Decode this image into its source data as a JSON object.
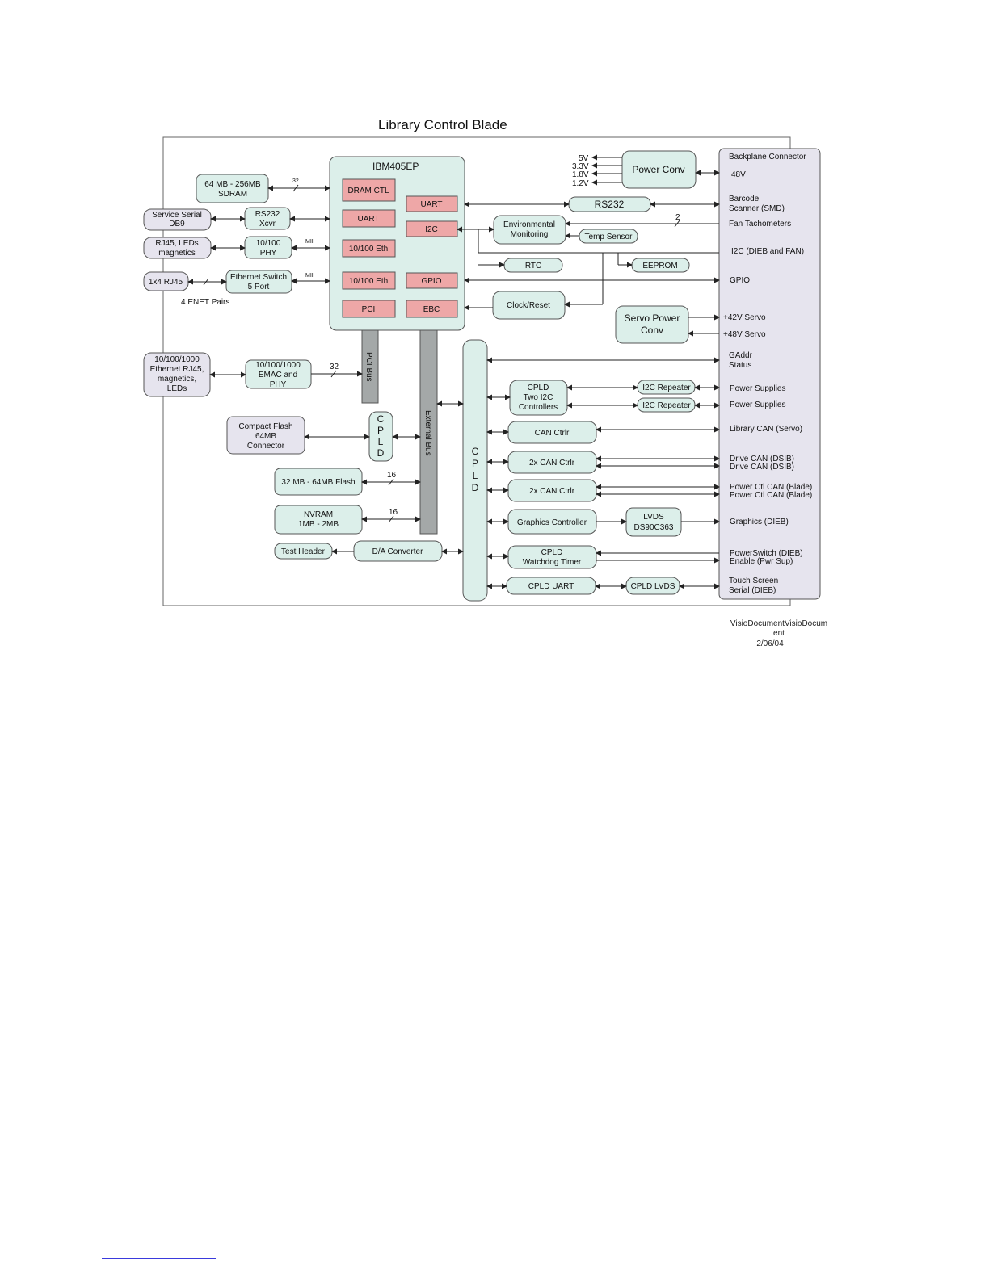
{
  "diagram": {
    "title": "Library Control Blade",
    "boxes": {
      "sdram": [
        "64 MB - 256MB",
        "SDRAM"
      ],
      "service_serial": [
        "Service Serial",
        "DB9"
      ],
      "rs232_xcvr": [
        "RS232",
        "Xcvr"
      ],
      "rj45_leds": [
        "RJ45, LEDs",
        "magnetics"
      ],
      "phy_10_100": [
        "10/100",
        "PHY"
      ],
      "rj45_1x4": [
        "1x4 RJ45"
      ],
      "eth_switch": [
        "Ethernet Switch",
        "5 Port"
      ],
      "enet_pairs": "4 ENET Pairs",
      "ibm405ep": "IBM405EP",
      "dram_ctl": "DRAM CTL",
      "uart_left": "UART",
      "eth1": "10/100 Eth",
      "eth2": "10/100 Eth",
      "pci": "PCI",
      "uart_right": "UART",
      "i2c": "I2C",
      "gpio": "GPIO",
      "ebc": "EBC",
      "pci_bus": "PCI Bus",
      "external_bus": "External Bus",
      "gig_eth": [
        "10/100/1000",
        "Ethernet RJ45,",
        "magnetics,",
        "LEDs"
      ],
      "emac_phy": [
        "10/100/1000",
        "EMAC and",
        "PHY"
      ],
      "compact_flash": [
        "Compact Flash",
        "64MB",
        "Connector"
      ],
      "cpld_small": [
        "C",
        "P",
        "L",
        "D"
      ],
      "flash": [
        "32 MB - 64MB Flash"
      ],
      "nvram": [
        "NVRAM",
        "1MB - 2MB"
      ],
      "test_header": "Test Header",
      "da_converter": "D/A Converter",
      "cpld_big": [
        "C",
        "P",
        "L",
        "D"
      ],
      "power_conv": "Power Conv",
      "rs232": "RS232",
      "env_monitoring": [
        "Environmental",
        "Monitoring"
      ],
      "temp_sensor": "Temp Sensor",
      "rtc": "RTC",
      "eeprom": "EEPROM",
      "clock_reset": "Clock/Reset",
      "servo_power": [
        "Servo Power",
        "Conv"
      ],
      "cpld_i2c": [
        "CPLD",
        "Two I2C",
        "Controllers"
      ],
      "i2c_repeater_1": "I2C Repeater",
      "i2c_repeater_2": "I2C Repeater",
      "can_ctrlr": "CAN Ctrlr",
      "can_2x_1": "2x CAN Ctrlr",
      "can_2x_2": "2x CAN Ctrlr",
      "graphics_ctrl": "Graphics Controller",
      "lvds": [
        "LVDS",
        "DS90C363"
      ],
      "cpld_watchdog": [
        "CPLD",
        "Watchdog Timer"
      ],
      "cpld_uart": "CPLD UART",
      "cpld_lvds": "CPLD LVDS"
    },
    "voltages": [
      "5V",
      "3.3V",
      "1.8V",
      "1.2V"
    ],
    "bus_widths": {
      "sdram": "32",
      "emac": "32",
      "flash": "16",
      "nvram": "16",
      "fan": "2",
      "mii_1": "MII",
      "mii_2": "MII"
    },
    "backplane": {
      "title": "Backplane Connector",
      "v48": "48V",
      "barcode": [
        "Barcode",
        "Scanner (SMD)"
      ],
      "fan": "Fan Tachometers",
      "i2c": "I2C (DIEB and FAN)",
      "gpio": "GPIO",
      "servo42": "+42V Servo",
      "servo48": "+48V Servo",
      "gaddr": [
        "GAddr",
        "Status"
      ],
      "ps1": "Power Supplies",
      "ps2": "Power Supplies",
      "lib_can": "Library CAN (Servo)",
      "drive_can": [
        "Drive CAN (DSIB)",
        "Drive CAN (DSIB)"
      ],
      "power_can": [
        "Power Ctl CAN (Blade)",
        "Power Ctl CAN (Blade)"
      ],
      "graphics": "Graphics (DIEB)",
      "power_switch": [
        "PowerSwitch (DIEB)",
        "Enable (Pwr Sup)"
      ],
      "touch": [
        "Touch Screen",
        "Serial (DIEB)"
      ]
    }
  },
  "meta": {
    "doc_name": "VisioDocumentVisioDocum\nent",
    "date": "2/06/04"
  }
}
